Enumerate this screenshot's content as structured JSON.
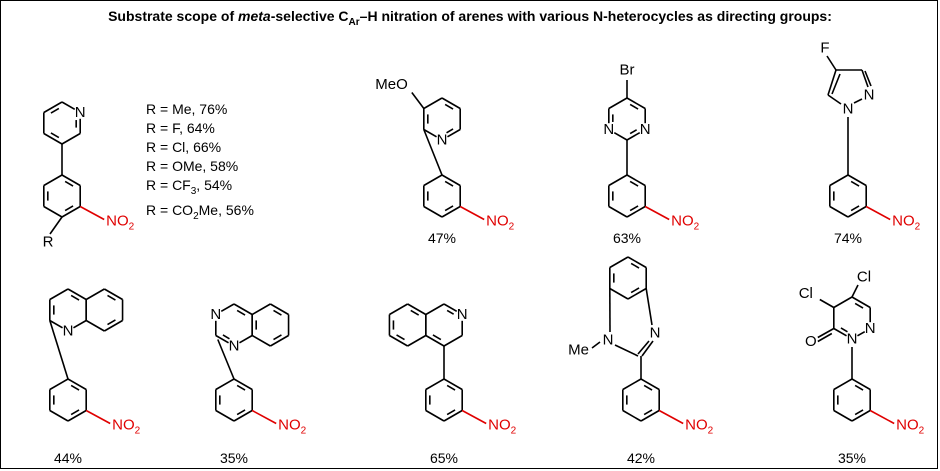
{
  "title": {
    "prefix": "Substrate scope of ",
    "italic": "meta",
    "mid": "-selective C",
    "sub": "Ar",
    "suffix": "–H nitration of arenes with various N-heterocycles as directing groups:"
  },
  "r_list": [
    {
      "text": "R = Me, 76%"
    },
    {
      "text": "R = F, 64%"
    },
    {
      "text": "R = Cl, 66%"
    },
    {
      "text": "R = OMe, 58%"
    },
    {
      "pre": "R = CF",
      "sub": "3",
      "post": ", 54%"
    },
    {
      "pre": "R = CO",
      "sub": "2",
      "post": "Me, 56%"
    }
  ],
  "labels": {
    "N": "N",
    "R": "R",
    "MeO": "MeO",
    "Br": "Br",
    "F": "F",
    "Me": "Me",
    "Cl": "Cl",
    "O": "O",
    "NO": "NO",
    "sub2": "2"
  },
  "yields": {
    "c2": "47%",
    "c3": "63%",
    "c4": "74%",
    "c5": "44%",
    "c6": "35%",
    "c7": "65%",
    "c8": "42%",
    "c9": "35%"
  },
  "colors": {
    "nitro": "#e00000",
    "bond": "#000000"
  }
}
